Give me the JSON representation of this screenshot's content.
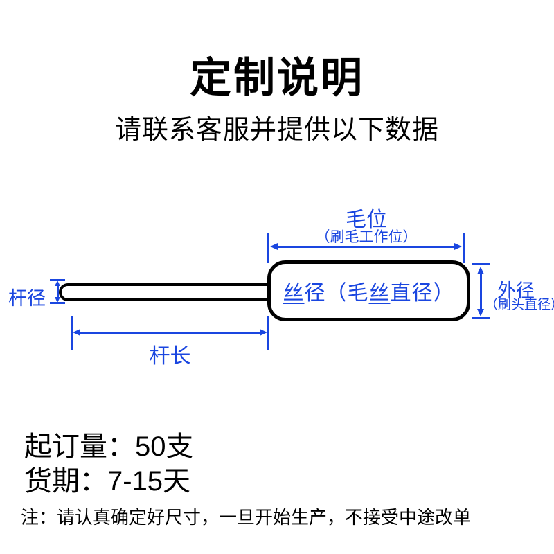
{
  "title": "定制说明",
  "subtitle": "请联系客服并提供以下数据",
  "colors": {
    "accent_blue": "#1a46e0",
    "ink": "#000000"
  },
  "diagram": {
    "bristle_area": {
      "label": "毛位",
      "sublabel": "（刷毛工作位）"
    },
    "head_label": {
      "p1": "丝",
      "p2": "径（毛",
      "p3": "丝",
      "p4": "直径）"
    },
    "outer_diameter": {
      "label": "外径",
      "sublabel": "（刷头直径）"
    },
    "rod_diameter": {
      "label": "杆径"
    },
    "rod_length": {
      "label": "杆长"
    }
  },
  "order_info": {
    "moq": "起订量：50支",
    "lead_time": "货期：7-15天",
    "note": "注：请认真确定好尺寸，一旦开始生产，不接受中途改单"
  }
}
